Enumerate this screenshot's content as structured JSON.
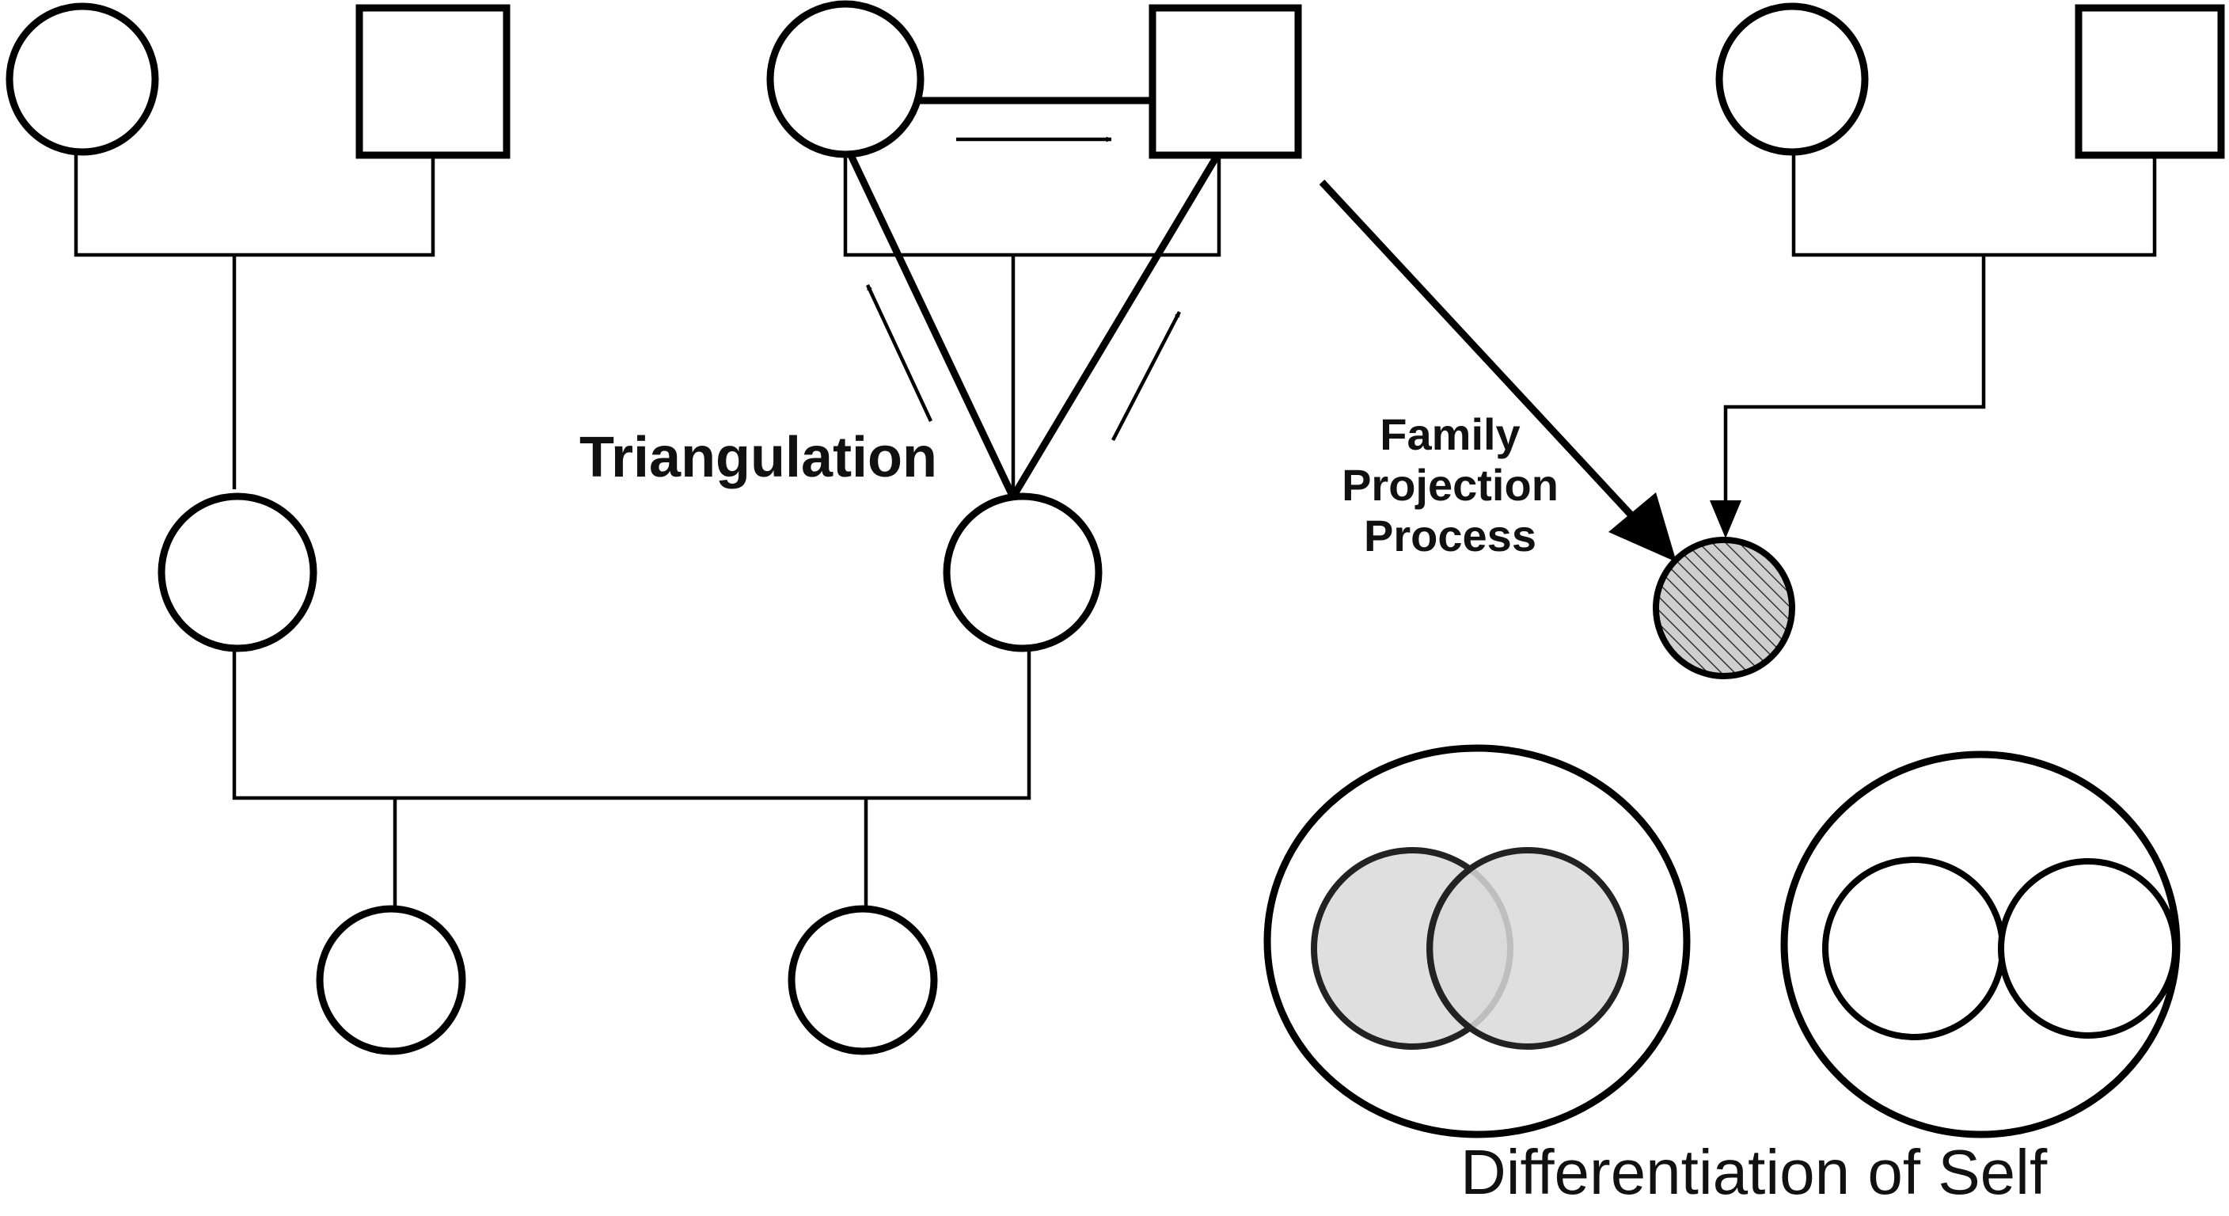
{
  "labels": {
    "triangulation": "Triangulation",
    "family_projection_line1": "Family",
    "family_projection_line2": "Projection",
    "family_projection_line3": "Process",
    "differentiation": "Differentiation of Self"
  },
  "colors": {
    "stroke": "#000000",
    "background": "#ffffff",
    "fused_fill": "#d9d9d9",
    "hatch_fill": "#cfcfcf"
  },
  "symbols": {
    "female": "circle",
    "male": "square",
    "projected_child": "hatched-circle"
  }
}
